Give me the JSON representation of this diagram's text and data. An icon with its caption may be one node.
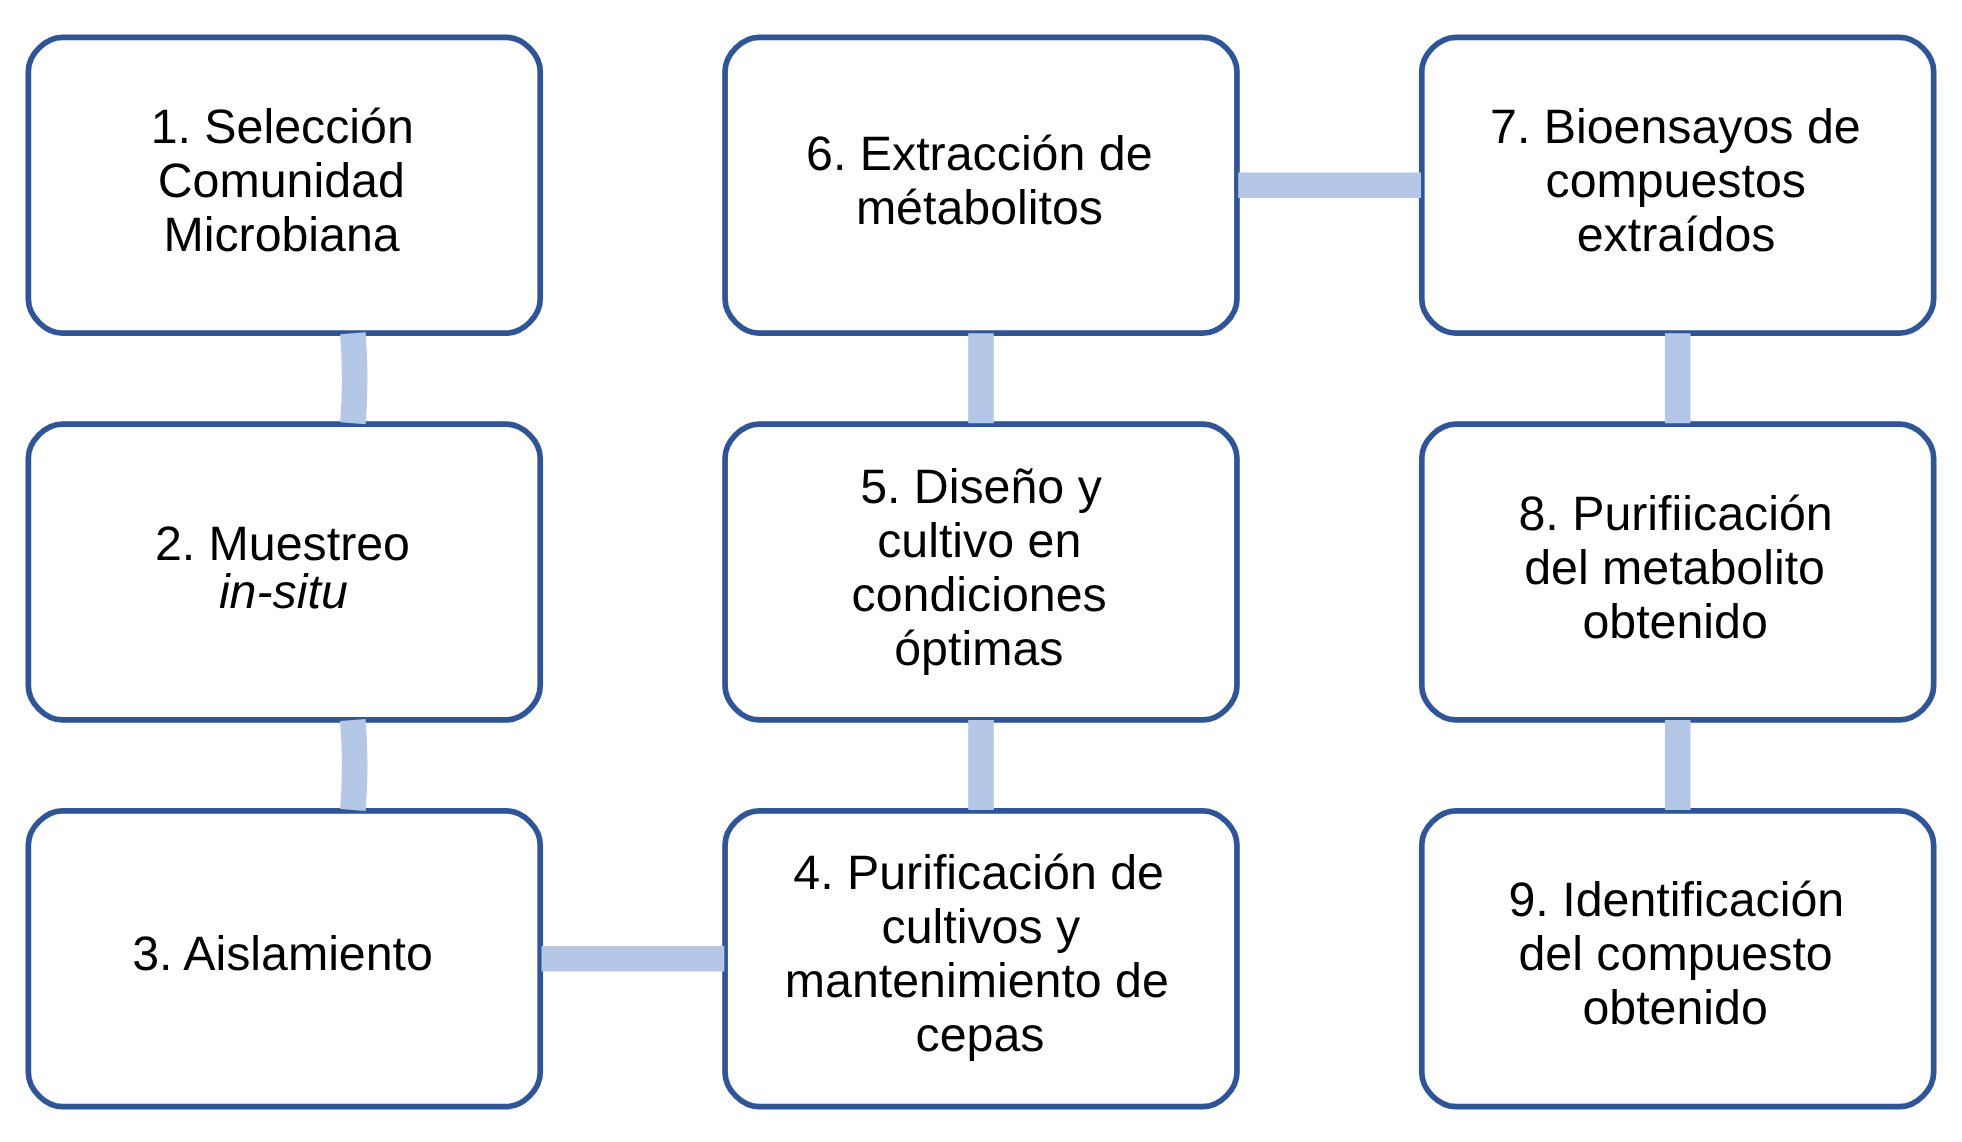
{
  "diagram": {
    "nodes": [
      {
        "text": [
          "1. Selección Comunidad Microbiana"
        ]
      },
      {
        "text": [
          "2. Muestreo *in-situ*"
        ]
      },
      {
        "text": [
          "3. Aislamiento"
        ]
      },
      {
        "text": [
          "4. Purificación de cultivos y mantenimiento de cepas"
        ]
      },
      {
        "text": [
          "5. Diseño y cultivo en condiciones óptimas"
        ]
      },
      {
        "text": [
          "6. Extracción de métabolitos"
        ]
      },
      {
        "text": [
          "7. Bioensayos de compuestos extraídos"
        ]
      },
      {
        "text": [
          "8. Purifiicación del metabolito obtenido"
        ]
      },
      {
        "text": [
          "9. Identificación del compuesto obtenido"
        ]
      }
    ],
    "edges": [
      {
        "from": 0,
        "to": 1,
        "arrow": "none"
      },
      {
        "from": 1,
        "to": 2,
        "arrow": "none"
      },
      {
        "from": 2,
        "to": 3,
        "arrow": "none"
      },
      {
        "from": 3,
        "to": 4,
        "arrow": "none"
      },
      {
        "from": 4,
        "to": 5,
        "arrow": "none"
      },
      {
        "from": 5,
        "to": 6,
        "arrow": "none"
      },
      {
        "from": 6,
        "to": 7,
        "arrow": "none"
      },
      {
        "from": 7,
        "to": 8,
        "arrow": "none"
      }
    ]
  }
}
